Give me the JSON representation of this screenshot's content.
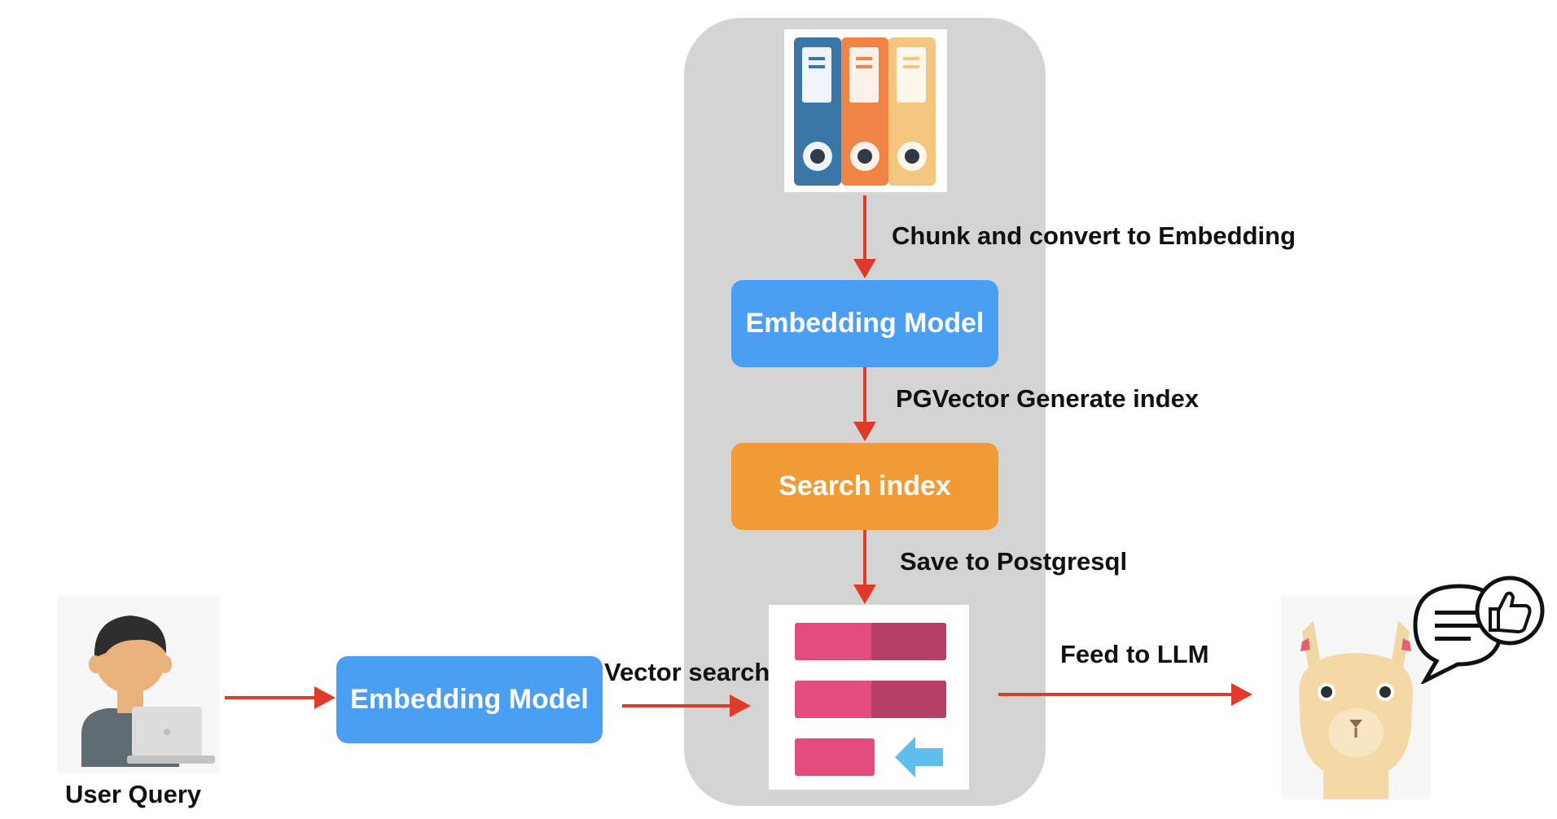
{
  "nodes": {
    "embedding_top": "Embedding Model",
    "search_index": "Search index",
    "embedding_left": "Embedding Model",
    "user": "User Query"
  },
  "edges": {
    "chunk": "Chunk and convert to Embedding",
    "pgvector": "PGVector Generate index",
    "save": "Save to Postgresql",
    "vector_search": "Vector search",
    "feed": "Feed to LLM"
  },
  "icons": {
    "documents": "binders-icon",
    "database": "database-table-icon",
    "user": "user-laptop-icon",
    "llm": "llama-icon",
    "feedback": "thumbs-up-chat-icon"
  },
  "colors": {
    "panel": "#d4d4d4",
    "blue": "#4a9ff5",
    "orange": "#f09b36",
    "arrow": "#e03a2a",
    "pink": "#e44c7b"
  }
}
